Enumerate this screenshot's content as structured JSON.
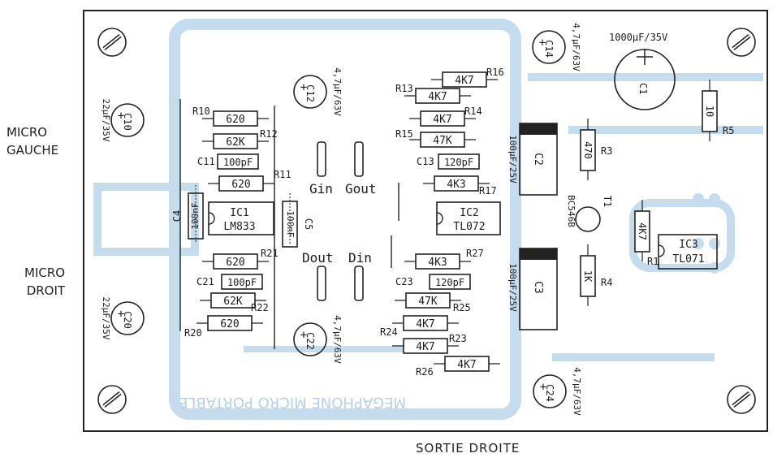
{
  "inputs": {
    "left_line1": "MICRO",
    "left_line2": "GAUCHE",
    "right_line1": "MICRO",
    "right_line2": "DROIT"
  },
  "output": {
    "label": "SORTIE DROITE"
  },
  "signals": {
    "gin": "Gin",
    "gout": "Gout",
    "dout": "Dout",
    "din": "Din"
  },
  "ics": [
    {
      "ref": "IC1",
      "part": "LM833"
    },
    {
      "ref": "IC2",
      "part": "TL072"
    },
    {
      "ref": "IC3",
      "part": "TL071"
    }
  ],
  "resistors": [
    {
      "ref": "R10",
      "value": "620"
    },
    {
      "ref": "R12",
      "value": "62K"
    },
    {
      "ref": "R11",
      "value": "620"
    },
    {
      "ref": "R16",
      "value": "4K7"
    },
    {
      "ref": "R13",
      "value": "4K7"
    },
    {
      "ref": "R14",
      "value": "4K7"
    },
    {
      "ref": "R15",
      "value": "47K"
    },
    {
      "ref": "R17",
      "value": "4K3"
    },
    {
      "ref": "R21",
      "value": "620"
    },
    {
      "ref": "R22",
      "value": "62K"
    },
    {
      "ref": "R20",
      "value": "620"
    },
    {
      "ref": "R27",
      "value": "4K3"
    },
    {
      "ref": "R25",
      "value": "47K"
    },
    {
      "ref": "R24",
      "value": "4K7"
    },
    {
      "ref": "R23",
      "value": "4K7"
    },
    {
      "ref": "R26",
      "value": "4K7"
    },
    {
      "ref": "R3",
      "value": "470"
    },
    {
      "ref": "R4",
      "value": "1K"
    },
    {
      "ref": "R1",
      "value": "4K7"
    },
    {
      "ref": "R5",
      "value": "10"
    }
  ],
  "caps_small": [
    {
      "ref": "C11",
      "value": "100pF"
    },
    {
      "ref": "C13",
      "value": "120pF"
    },
    {
      "ref": "C21",
      "value": "100pF"
    },
    {
      "ref": "C23",
      "value": "120pF"
    }
  ],
  "caps_vertical": [
    {
      "ref": "C4",
      "value": "100nF"
    },
    {
      "ref": "C5",
      "value": "100nF"
    }
  ],
  "electrolytics": [
    {
      "ref": "C10",
      "value": "22µF/35V"
    },
    {
      "ref": "C12",
      "value": "4,7µF/63V"
    },
    {
      "ref": "C14",
      "value": "4,7µF/63V"
    },
    {
      "ref": "C1",
      "value": "1000µF/35V"
    },
    {
      "ref": "C20",
      "value": "22µF/35V"
    },
    {
      "ref": "C22",
      "value": "4,7µF/63V"
    },
    {
      "ref": "C24",
      "value": "4,7µF/63V"
    }
  ],
  "big_caps": [
    {
      "ref": "C2",
      "value": "100µF/25V"
    },
    {
      "ref": "C3",
      "value": "100µF/25V"
    }
  ],
  "transistor": {
    "ref": "T1",
    "part": "BC546B"
  },
  "ghost_text": {
    "bottom": "MEGAPHONE MICRO PORTABLE"
  },
  "colors": {
    "ink": "#1a1a1a",
    "ghost": "#c5dbee",
    "background": "#ffffff"
  }
}
